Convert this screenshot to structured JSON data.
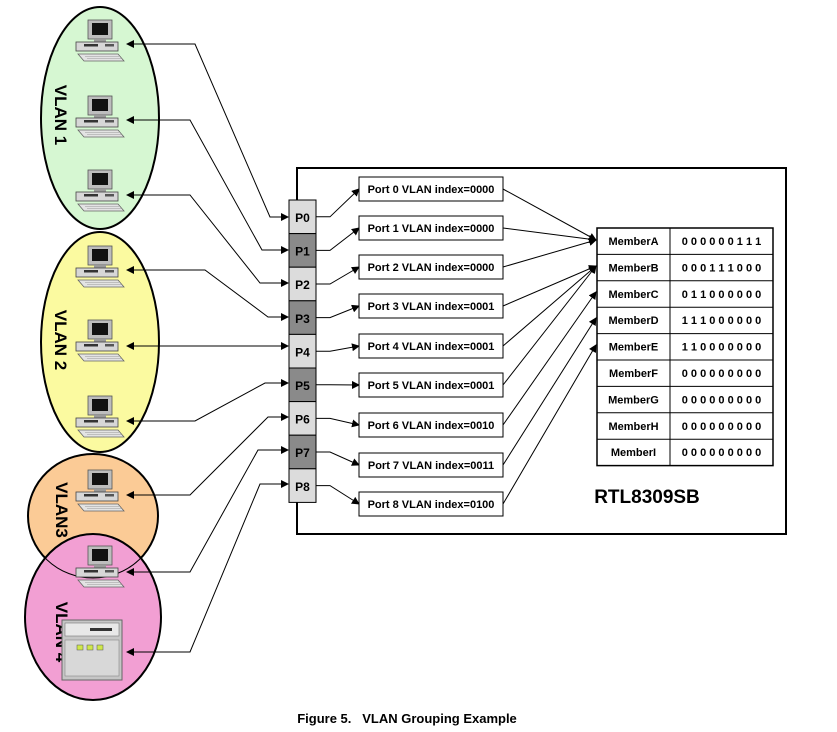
{
  "vlan_groups": [
    {
      "label": "VLAN 1",
      "color": "#d6f7d2"
    },
    {
      "label": "VLAN 2",
      "color": "#fbfaa0"
    },
    {
      "label": "VLAN3",
      "color": "#fbcb96"
    },
    {
      "label": "VLAN 4",
      "color": "#f29fd3"
    }
  ],
  "ports": [
    {
      "label": "P0",
      "shade": "#dcdcdc"
    },
    {
      "label": "P1",
      "shade": "#8a8a8a"
    },
    {
      "label": "P2",
      "shade": "#dcdcdc"
    },
    {
      "label": "P3",
      "shade": "#8a8a8a"
    },
    {
      "label": "P4",
      "shade": "#dcdcdc"
    },
    {
      "label": "P5",
      "shade": "#8a8a8a"
    },
    {
      "label": "P6",
      "shade": "#dcdcdc"
    },
    {
      "label": "P7",
      "shade": "#8a8a8a"
    },
    {
      "label": "P8",
      "shade": "#dcdcdc"
    }
  ],
  "vlan_index_boxes": [
    "Port 0 VLAN index=0000",
    "Port 1 VLAN index=0000",
    "Port 2 VLAN index=0000",
    "Port 3 VLAN index=0001",
    "Port 4 VLAN index=0001",
    "Port 5 VLAN index=0001",
    "Port 6 VLAN index=0010",
    "Port 7 VLAN index=0011",
    "Port 8 VLAN index=0100"
  ],
  "member_table": [
    {
      "name": "MemberA",
      "bits": "0 0 0 0 0 0 1 1 1"
    },
    {
      "name": "MemberB",
      "bits": "0 0 0 1 1 1 0 0 0"
    },
    {
      "name": "MemberC",
      "bits": "0 1 1 0 0 0 0 0 0"
    },
    {
      "name": "MemberD",
      "bits": "1 1 1 0 0 0 0 0 0"
    },
    {
      "name": "MemberE",
      "bits": "1 1 0 0 0 0 0 0 0"
    },
    {
      "name": "MemberF",
      "bits": "0 0 0 0 0 0 0 0 0"
    },
    {
      "name": "MemberG",
      "bits": "0 0 0 0 0 0 0 0 0"
    },
    {
      "name": "MemberH",
      "bits": "0 0 0 0 0 0 0 0 0"
    },
    {
      "name": "MemberI",
      "bits": "0 0 0 0 0 0 0 0 0"
    }
  ],
  "chip_label": "RTL8309SB",
  "caption": "Figure 5.   VLAN Grouping Example",
  "devices": [
    {
      "icon": "computer-icon"
    },
    {
      "icon": "computer-icon"
    },
    {
      "icon": "computer-icon"
    },
    {
      "icon": "computer-icon"
    },
    {
      "icon": "computer-icon"
    },
    {
      "icon": "computer-icon"
    },
    {
      "icon": "computer-icon"
    },
    {
      "icon": "computer-icon"
    },
    {
      "icon": "server-icon"
    }
  ]
}
